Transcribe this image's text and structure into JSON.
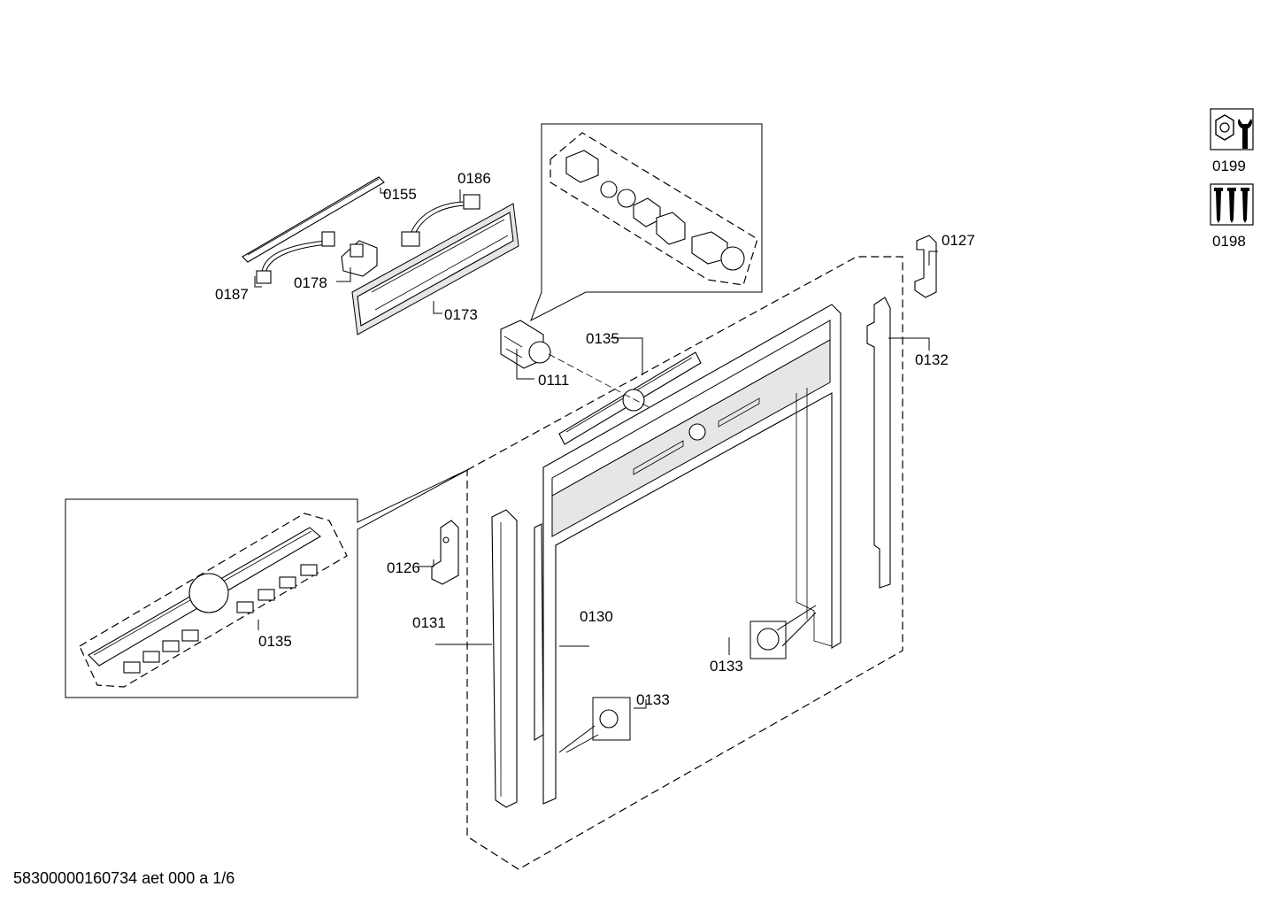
{
  "callouts": {
    "c0155": "0155",
    "c0186": "0186",
    "c0187": "0187",
    "c0178": "0178",
    "c0173": "0173",
    "c0111": "0111",
    "c0135_top": "0135",
    "c0127": "0127",
    "c0132": "0132",
    "c0126": "0126",
    "c0131": "0131",
    "c0130": "0130",
    "c0135_inset": "0135",
    "c0133_right": "0133",
    "c0133_bottom": "0133"
  },
  "side_icons": {
    "tools": {
      "icon": "wrench-nut-icon",
      "label": "0199"
    },
    "screws": {
      "icon": "screws-icon",
      "label": "0198"
    }
  },
  "footer": {
    "document_id": "58300000160734 aet 000 a 1/6"
  }
}
